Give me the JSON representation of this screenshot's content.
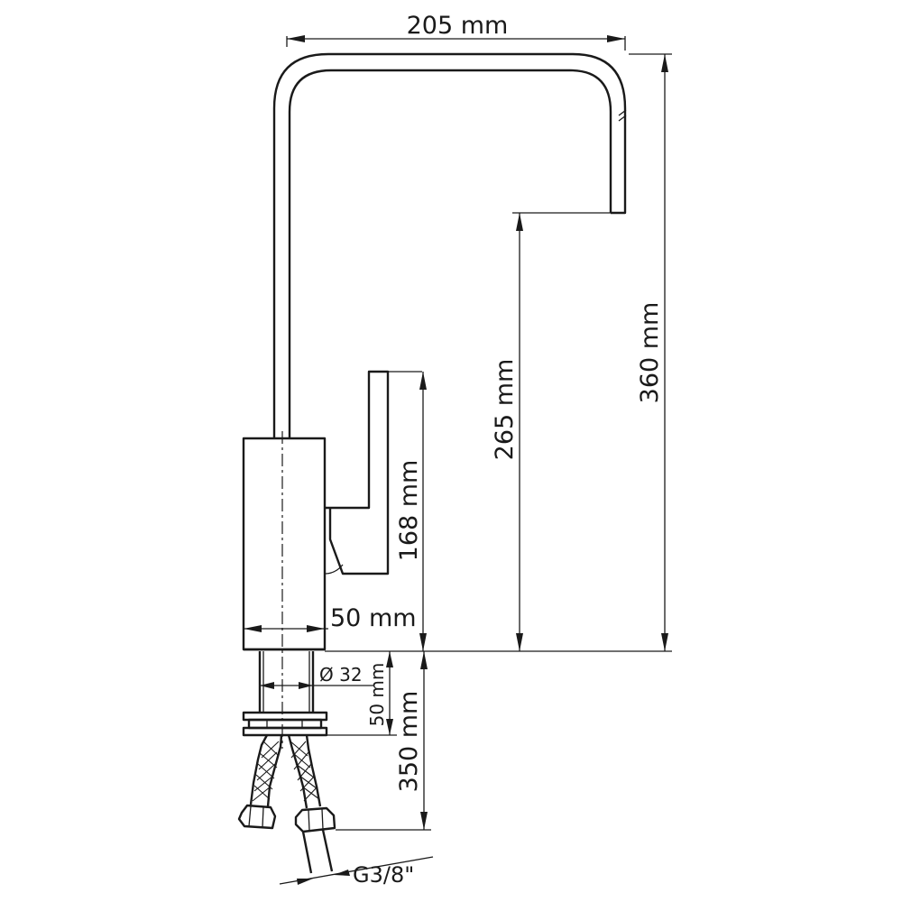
{
  "drawing": {
    "dimensions": {
      "overall_width": "205 mm",
      "overall_height": "360 mm",
      "spout_height": "265 mm",
      "lever_height": "168 mm",
      "body_width": "50 mm",
      "shank_diameter": "Ø 32",
      "shank_length": "50 mm",
      "hose_length": "350 mm",
      "hose_thread": "G3/8\""
    }
  }
}
